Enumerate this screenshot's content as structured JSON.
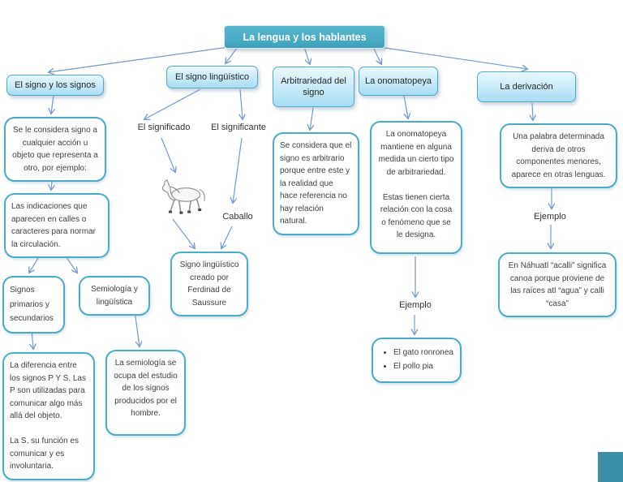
{
  "title": {
    "label": "La lengua y los hablantes"
  },
  "branches": {
    "signos": "El signo y los signos",
    "linguistico": "El signo lingüístico",
    "arbitrariedad": "Arbitrariedad del signo",
    "onomatopeya": "La onomatopeya",
    "derivacion": "La derivación"
  },
  "labels": {
    "significado": "El significado",
    "significante": "El significante",
    "caballo": "Caballo",
    "ejemplo_onomatopeya": "Ejemplo",
    "ejemplo_derivacion": "Ejemplo"
  },
  "notes": {
    "considera": "Se le considera signo a cualquier acción u objeto que representa a otro, por ejemplo:",
    "indicaciones": "Las indicaciones que aparecen en calles o caracteres para normar la circulación.",
    "primarios": "Signos primarios y secundarios",
    "semiologia": "Semiología y lingüística",
    "diferencia": "La diferencia entre los signos P Y S. Las P son utilizadas para comunicar algo más allá del objeto.\n\nLa S, su función es comunicar y es involuntaria.",
    "semiologia_detalle": "La semiología se ocupa del estudio de los signos producidos por el hombre.",
    "saussure": "Signo lingüístico creado por Ferdinad de Saussure",
    "arbitrario": "Se considera que el signo es arbitrario porque entre este y la realidad que hace referencia no hay relación natural.",
    "onomatopeya_detalle": "La onomatopeya mantiene en alguna medida un cierto tipo de arbitrariedad.\n\nEstas tienen cierta relación con la cosa o fenómeno que se le designa.",
    "ejemplos_onomatopeya": [
      "El gato ronronea",
      "El pollo pia"
    ],
    "palabra_derivada": "Una palabra determinada deriva de otros componentes menores, aparece en otras lenguas.",
    "nahuatl": "En Náhuatl “acalli” significa canoa porque proviene de las raíces atl “agua” y calli “casa”"
  },
  "colors": {
    "title_fill": "#4BACC6",
    "title_text": "#FFFFFF",
    "branch_fill": "#C6EAF7",
    "branch_border": "#56A8C8",
    "note_border": "#4BACC6",
    "arrow": "#7499CE",
    "body_text": "#3F3F3F",
    "corner_mark": "#3A8FA5"
  }
}
